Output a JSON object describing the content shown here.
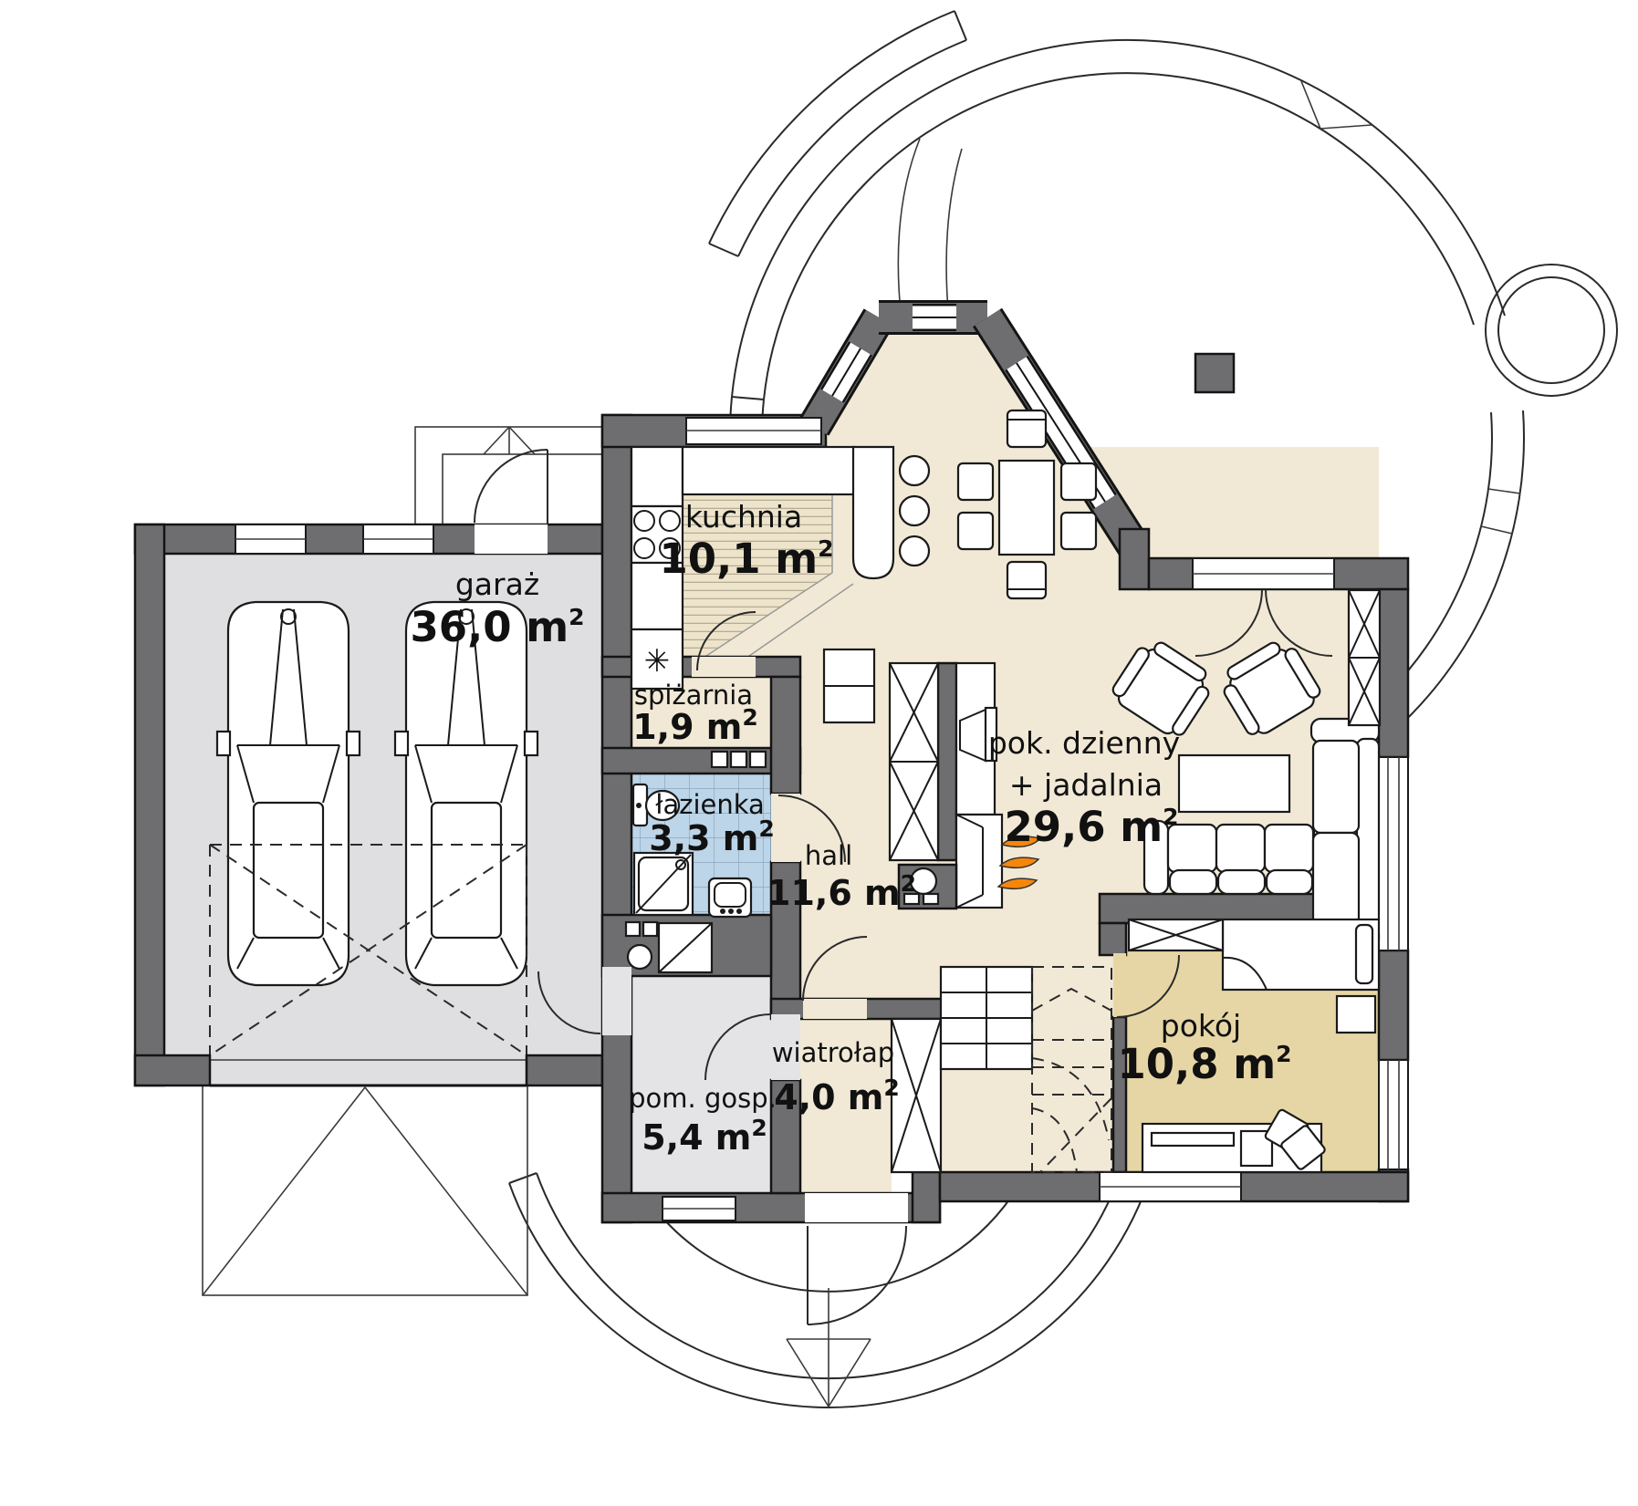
{
  "rooms": [
    {
      "name": "garaż",
      "area": "36,0 m"
    },
    {
      "name": "kuchnia",
      "area": "10,1 m"
    },
    {
      "name": "spiżarnia",
      "area": "1,9 m"
    },
    {
      "name": "łazienka",
      "area": "3,3 m"
    },
    {
      "name": "hall",
      "area": "11,6 m"
    },
    {
      "name_line1": "pok. dzienny",
      "name_line2": "+ jadalnia",
      "area": "29,6 m"
    },
    {
      "name": "wiatrołap",
      "area": "4,0 m"
    },
    {
      "name": "pom. gosp.",
      "area": "5,4 m"
    },
    {
      "name": "pokój",
      "area": "10,8 m"
    }
  ],
  "sup": "2",
  "symbols": {
    "utility_star": "✳"
  },
  "colors": {
    "wall": "#6e6e70",
    "floor_main": "#f1e9d6",
    "floor_kitchen": "#eee4cb",
    "floor_room": "#e7d6a5",
    "floor_bath": "#bcd5e8",
    "floor_garage": "#dfdfe1",
    "floor_utility": "#e4e4e6",
    "flame": "#f5860a",
    "line": "#1a1a1a"
  }
}
